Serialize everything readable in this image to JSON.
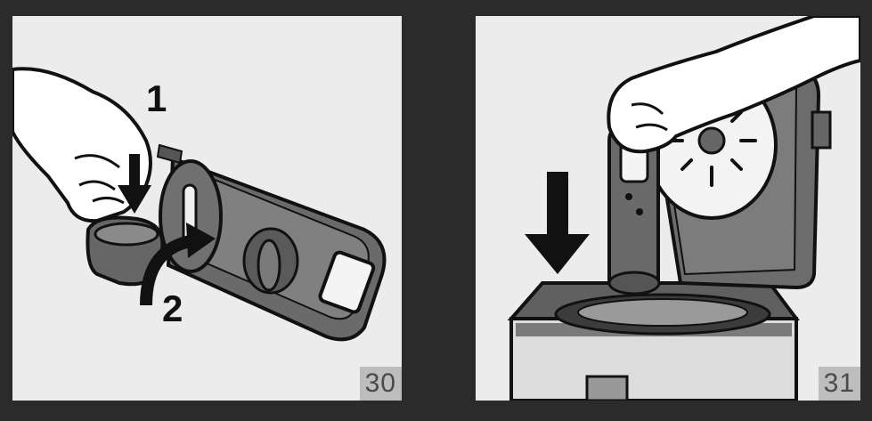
{
  "panels": [
    {
      "figure_number": "30",
      "step_labels": [
        "1",
        "2"
      ]
    },
    {
      "figure_number": "31"
    }
  ],
  "colors": {
    "background": "#2b2b2b",
    "panel": "#ececec",
    "appliance_dark": "#5f5f5f",
    "outline": "#111111",
    "badge": "#bdbdbd"
  }
}
